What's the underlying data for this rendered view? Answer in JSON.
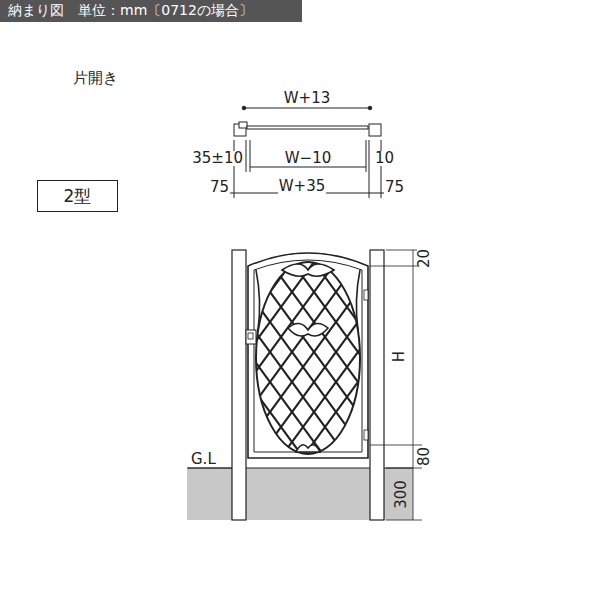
{
  "diagram": {
    "nodes": [
      {
        "text": [
          "納まり図　単位：mm〔0712の場合〕"
        ]
      },
      {
        "text": [
          "2型"
        ]
      }
    ],
    "labels": [
      "片開き",
      "W+13",
      "35±10",
      "W−10",
      "10",
      "75",
      "W+35",
      "75",
      "G.L",
      "20",
      "H",
      "80",
      "300"
    ]
  }
}
